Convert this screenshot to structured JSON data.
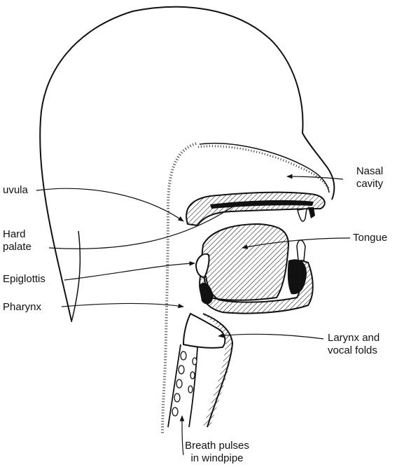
{
  "labels": {
    "uvula": "uvula",
    "hard_palate_1": "Hard",
    "hard_palate_2": "palate",
    "epiglottis": "Epiglottis",
    "pharynx": "Pharynx",
    "nasal_cavity_1": "Nasal",
    "nasal_cavity_2": "cavity",
    "tongue": "Tongue",
    "larynx_1": "Larynx and",
    "larynx_2": "vocal folds",
    "breath_1": "Breath pulses",
    "breath_2": "in windpipe"
  }
}
